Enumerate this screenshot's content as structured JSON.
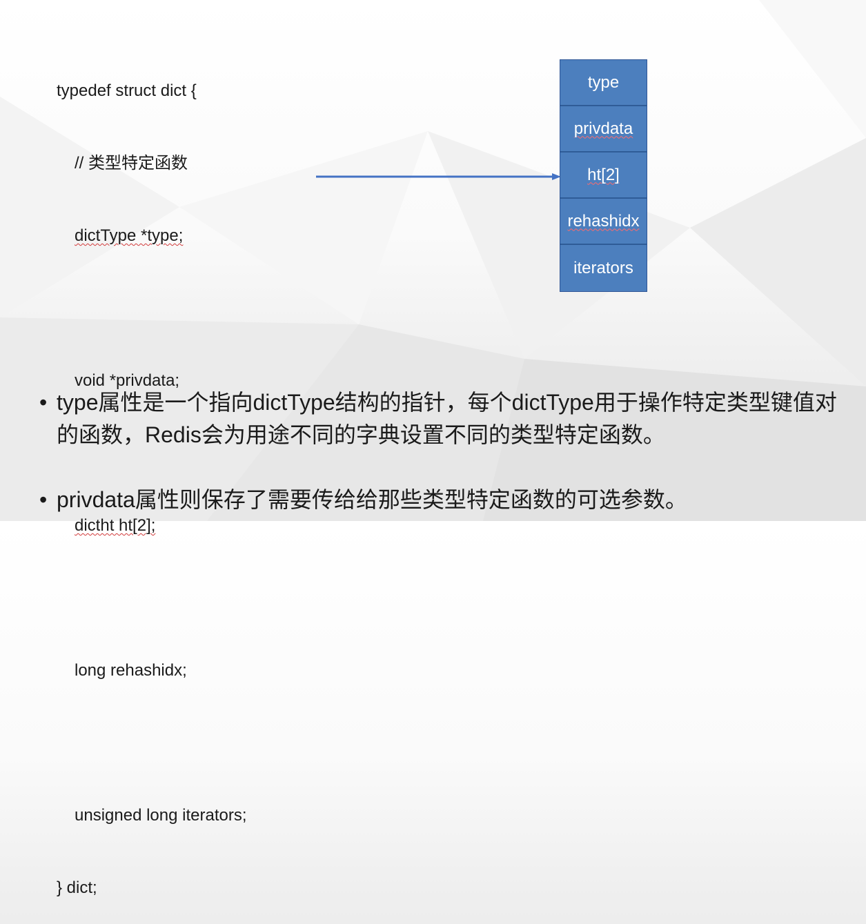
{
  "code": {
    "lines": [
      "typedef struct dict {",
      "// 类型特定函数",
      "dictType *type;",
      "void *privdata;",
      "dictht ht[2];",
      "long rehashidx;",
      "unsigned long iterators;",
      "} dict;"
    ]
  },
  "struct_fields": [
    "type",
    "privdata",
    "ht[2]",
    "rehashidx",
    "iterators"
  ],
  "bullets": {
    "marker": "•",
    "items": [
      "type属性是一个指向dictType结构的指针，每个dictType用于操作特定类型键值对的函数，Redis会为用途不同的字典设置不同的类型特定函数。",
      "privdata属性则保存了需要传给给那些类型特定函数的可选参数。"
    ]
  },
  "colors": {
    "box_fill": "#4c7fbe",
    "box_border": "#2e5596",
    "arrow": "#4472c4",
    "spellcheck_underline": "#d23a3a"
  }
}
